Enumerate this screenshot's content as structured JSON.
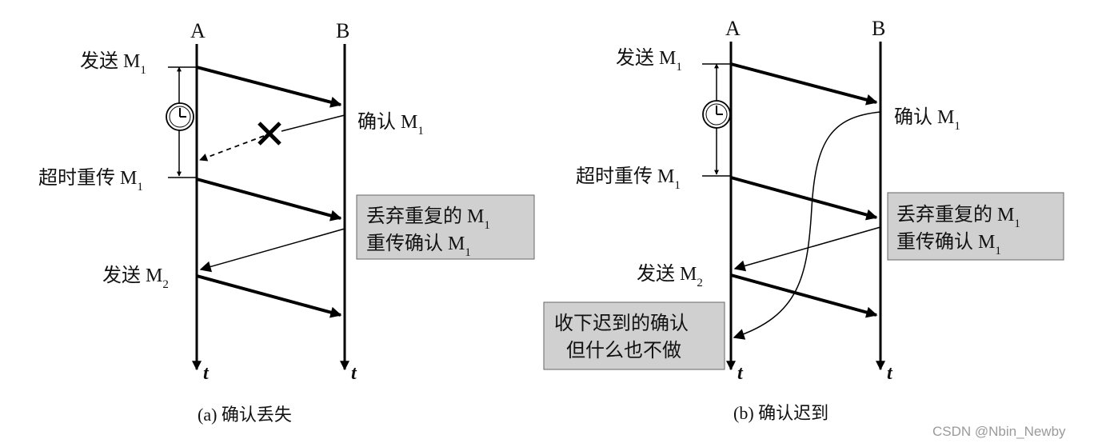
{
  "diagram_a": {
    "host_a": "A",
    "host_b": "B",
    "time_a": "t",
    "time_b": "t",
    "send_m1": "发送 M",
    "send_m1_sub": "1",
    "ack_m1": "确认 M",
    "ack_m1_sub": "1",
    "retransmit_m1": "超时重传 M",
    "retransmit_m1_sub": "1",
    "note_line1": "丢弃重复的 M",
    "note_line1_sub": "1",
    "note_line2": "重传确认 M",
    "note_line2_sub": "1",
    "send_m2": "发送 M",
    "send_m2_sub": "2",
    "caption": "(a) 确认丢失"
  },
  "diagram_b": {
    "host_a": "A",
    "host_b": "B",
    "time_a": "t",
    "time_b": "t",
    "send_m1": "发送 M",
    "send_m1_sub": "1",
    "ack_m1": "确认 M",
    "ack_m1_sub": "1",
    "retransmit_m1": "超时重传 M",
    "retransmit_m1_sub": "1",
    "note_line1": "丢弃重复的 M",
    "note_line1_sub": "1",
    "note_line2": "重传确认 M",
    "note_line2_sub": "1",
    "send_m2": "发送 M",
    "send_m2_sub": "2",
    "late_note_line1": "收下迟到的确认",
    "late_note_line2": "但什么也不做",
    "caption": "(b) 确认迟到"
  },
  "watermark": "CSDN @Nbin_Newby",
  "colors": {
    "note_fill": "#d0d0d0",
    "ink": "#000000"
  }
}
